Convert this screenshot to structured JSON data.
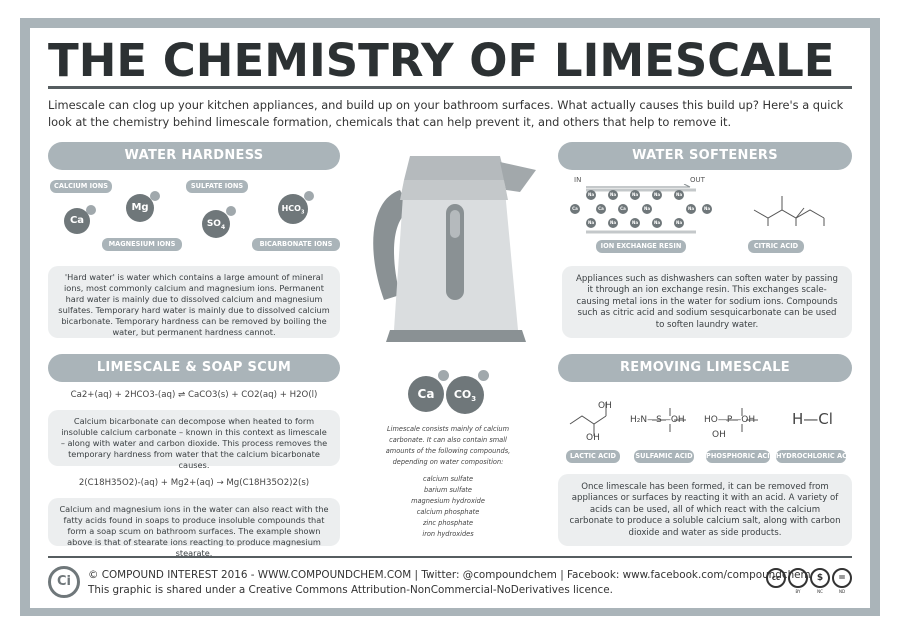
{
  "title": "THE CHEMISTRY OF LIMESCALE",
  "intro": "Limescale can clog up your kitchen appliances, and build up on your bathroom surfaces. What actually causes this build up? Here's a quick look at the chemistry behind limescale formation, chemicals that can help prevent it, and others that help to remove it.",
  "water_hardness": {
    "heading": "WATER HARDNESS",
    "labels": {
      "calcium": "CALCIUM IONS",
      "sulfate": "SULFATE IONS",
      "magnesium": "MAGNESIUM IONS",
      "bicarbonate": "BICARBONATE IONS"
    },
    "ions": {
      "ca": "Ca",
      "mg": "Mg",
      "so4": "SO",
      "so4_sub": "4",
      "hco3": "HCO",
      "hco3_sub": "3"
    },
    "text": "'Hard water' is water which contains a large amount of mineral ions, most commonly calcium and magnesium ions. Permanent hard water is mainly due to dissolved calcium and magnesium sulfates. Temporary hard water is mainly due to dissolved calcium bicarbonate. Temporary hardness can be removed by boiling the water, but permanent hardness cannot."
  },
  "soap_scum": {
    "heading": "LIMESCALE & SOAP SCUM",
    "eq1": "Ca2+(aq) + 2HCO3-(aq) ⇌ CaCO3(s) + CO2(aq) + H2O(l)",
    "text1": "Calcium bicarbonate can decompose when heated to form insoluble calcium carbonate – known in this context as limescale – along with water and carbon dioxide. This process removes the temporary hardness from water that the calcium bicarbonate causes.",
    "eq2": "2(C18H35O2)-(aq) + Mg2+(aq) → Mg(C18H35O2)2(s)",
    "text2": "Calcium and magnesium ions in the water can also react with the fatty acids found in soaps to produce insoluble compounds that form a soap scum on bathroom surfaces. The example shown above is that of stearate ions reacting to produce magnesium stearate."
  },
  "limescale_center": {
    "ca": "Ca",
    "co3": "CO",
    "co3_sub": "3",
    "text": "Limescale consists mainly of calcium carbonate. It can also contain small amounts of the following compounds, depending on water composition:",
    "compounds": [
      "calcium sulfate",
      "barium sulfate",
      "magnesium hydroxide",
      "calcium phosphate",
      "zinc phosphate",
      "iron hydroxides"
    ]
  },
  "water_softeners": {
    "heading": "WATER SOFTENERS",
    "in_label": "IN",
    "out_label": "OUT",
    "na": "Na",
    "ca": "Ca",
    "resin_label": "ION EXCHANGE RESIN",
    "citric_label": "CITRIC ACID",
    "text": "Appliances such as dishwashers can soften water by passing it through an ion exchange resin. This exchanges scale-causing metal ions in the water for sodium ions. Compounds such as citric acid and sodium sesquicarbonate can be used to soften laundry water."
  },
  "removing": {
    "heading": "REMOVING LIMESCALE",
    "acids": [
      "LACTIC ACID",
      "SULFAMIC ACID",
      "PHOSPHORIC ACID",
      "HYDROCHLORIC ACID"
    ],
    "hcl": "H—Cl",
    "text": "Once limescale has been formed, it can be removed from appliances or surfaces by reacting it with an acid. A variety of acids can be used, all of which react with the calcium carbonate to produce a soluble calcium salt, along with carbon dioxide and water as side products."
  },
  "footer": {
    "logo": "Ci",
    "line1": "© COMPOUND INTEREST 2016 - WWW.COMPOUNDCHEM.COM  |  Twitter: @compoundchem  |  Facebook: www.facebook.com/compoundchem",
    "line2": "This graphic is shared under a Creative Commons Attribution-NonCommercial-NoDerivatives licence.",
    "cc_labels": [
      "BY",
      "NC",
      "ND"
    ]
  },
  "colors": {
    "frame": "#aab4b9",
    "panel": "#eceeef",
    "title": "#2c3133",
    "ion": "#6f777a"
  }
}
